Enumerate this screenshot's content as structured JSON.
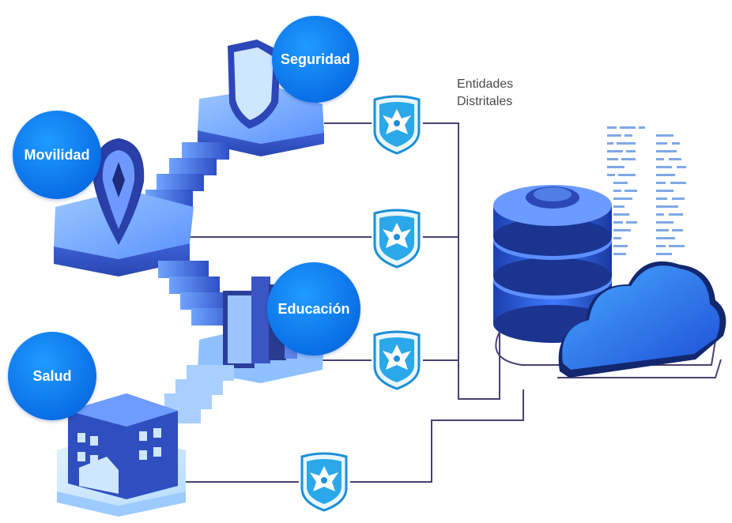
{
  "title": "Entidades Distritales",
  "nodes": [
    {
      "id": "seguridad",
      "label": "Seguridad"
    },
    {
      "id": "movilidad",
      "label": "Movilidad"
    },
    {
      "id": "educacion",
      "label": "Educación"
    },
    {
      "id": "salud",
      "label": "Salud"
    }
  ],
  "icons": [
    "shield-icon",
    "map-pin-icon",
    "books-icon",
    "hospital-icon",
    "coat-of-arms-icon",
    "database-icon",
    "cloud-icon",
    "data-code-icon"
  ],
  "colors": {
    "bubble": "#0a6fe6",
    "connector": "#4b3f73",
    "platform_light": "#a9d3ff",
    "platform_mid": "#4f8dff",
    "platform_dark": "#3356c8",
    "emblem": "#1da0e6"
  }
}
